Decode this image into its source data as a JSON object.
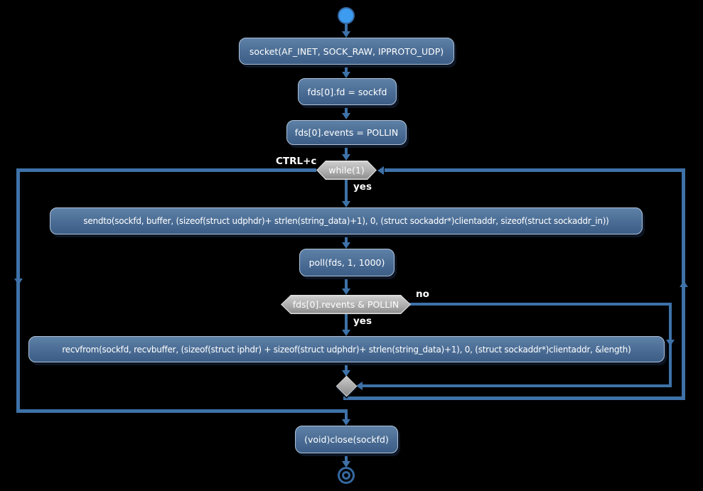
{
  "diagram": {
    "type": "activity-flowchart",
    "description": "UDP raw-socket client send/receive polling loop",
    "nodes": {
      "socket": {
        "label": "socket(AF_INET, SOCK_RAW, IPPROTO_UDP)"
      },
      "fd_assign": {
        "label": "fds[0].fd = sockfd"
      },
      "events_assign": {
        "label": "fds[0].events = POLLIN"
      },
      "while_loop": {
        "label": "while(1)"
      },
      "sendto": {
        "label": "sendto(sockfd, buffer, (sizeof(struct udphdr)+ strlen(string_data)+1), 0, (struct sockaddr*)clientaddr, sizeof(struct sockaddr_in))"
      },
      "poll": {
        "label": "poll(fds, 1, 1000)"
      },
      "revents_check": {
        "label": "fds[0].revents & POLLIN"
      },
      "recvfrom": {
        "label": "recvfrom(sockfd, recvbuffer, (sizeof(struct iphdr) + sizeof(struct udphdr)+ strlen(string_data)+1), 0, (struct sockaddr*)clientaddr, &length)"
      },
      "close": {
        "label": "(void)close(sockfd)"
      }
    },
    "edge_labels": {
      "loop_exit": "CTRL+c",
      "while_yes": "yes",
      "revents_yes": "yes",
      "revents_no": "no"
    },
    "colors": {
      "background": "#000000",
      "edge": "#3E72A8",
      "activity_fill_top": "#5E81A7",
      "activity_fill_bottom": "#3C5E86",
      "activity_border": "#AEC2D8",
      "condition_fill_top": "#CBCBCB",
      "condition_fill_bottom": "#8C8C8C",
      "start_fill": "#3D9BF0",
      "terminal_ring": "#35689F",
      "text": "#FFFFFF"
    }
  }
}
